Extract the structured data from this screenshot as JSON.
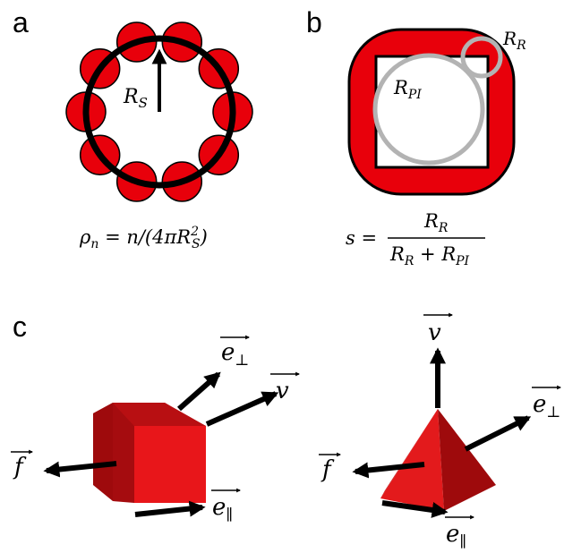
{
  "panels": {
    "a": {
      "label": "a",
      "radius_label": {
        "main": "R",
        "sub": "S"
      },
      "formula": {
        "lhs_main": "ρ",
        "lhs_sub": "n",
        "rhs_head": " = n/(4π",
        "rhs_main": "R",
        "rhs_sub": "S",
        "rhs_sup": "2",
        "rhs_tail": ")"
      },
      "colors": {
        "particle": "#e8000b",
        "ring": "#000000"
      }
    },
    "b": {
      "label": "b",
      "small_circle_label": {
        "main": "R",
        "sub": "R"
      },
      "big_circle_label": {
        "main": "R",
        "sub": "PI"
      },
      "formula": {
        "lhs": "s =",
        "num_main": "R",
        "num_sub": "R",
        "den_main1": "R",
        "den_sub1": "R",
        "den_plus": " + ",
        "den_main2": "R",
        "den_sub2": "PI"
      },
      "colors": {
        "frame": "#e8000b",
        "circle": "#b3b3b3"
      }
    },
    "c": {
      "label": "c",
      "cube_vectors": {
        "f": "f",
        "e_perp": "e",
        "e_perp_sub": "⊥",
        "v": "v",
        "e_par": "e",
        "e_par_sub": "∥"
      },
      "pyramid_vectors": {
        "v": "v",
        "e_perp": "e",
        "e_perp_sub": "⊥",
        "f": "f",
        "e_par": "e",
        "e_par_sub": "∥"
      },
      "colors": {
        "face_light": "#e31a1c",
        "face_mid": "#c40f12",
        "face_dark": "#9e0a0c",
        "arrow": "#000000"
      }
    }
  }
}
